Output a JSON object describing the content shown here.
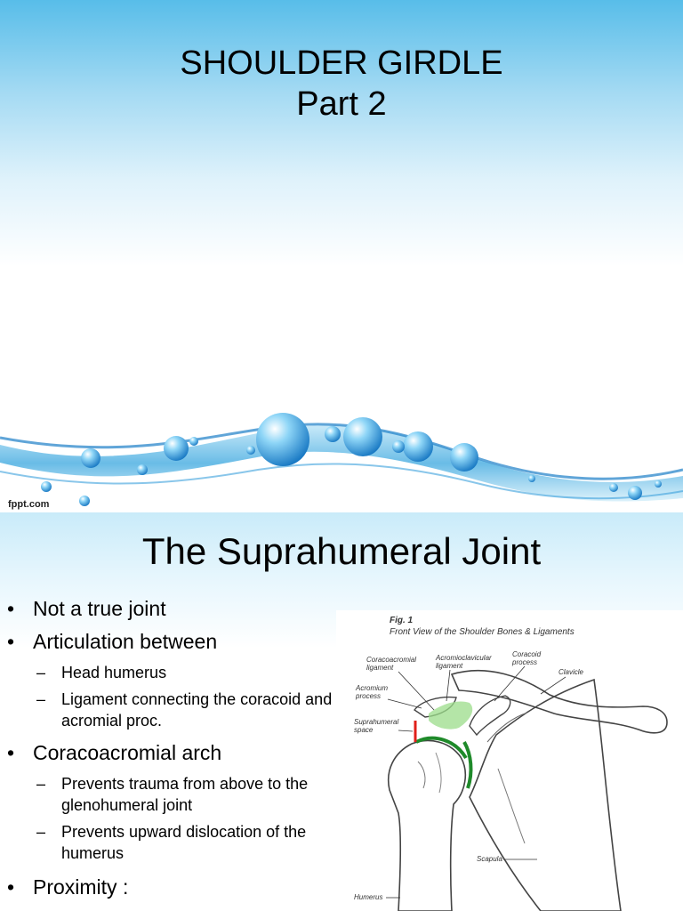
{
  "slide1": {
    "title_line1": "SHOULDER GIRDLE",
    "title_line2": "Part 2",
    "footer": "fppt.com"
  },
  "slide2": {
    "title": "The Suprahumeral Joint",
    "bullets": [
      {
        "text": "Not a true joint"
      },
      {
        "text": "Articulation between"
      },
      {
        "text": "Head humerus"
      },
      {
        "text": "Ligament connecting the coracoid and acromial proc."
      },
      {
        "text": "Coracoacromial arch"
      },
      {
        "text": "Prevents trauma from above to the glenohumeral joint"
      },
      {
        "text": "Prevents upward dislocation of the humerus"
      },
      {
        "text": "Proximity :"
      }
    ],
    "bullet_glyph": "•",
    "dash_glyph": "–",
    "figure": {
      "fig_label": "Fig. 1",
      "caption": "Front View of the Shoulder Bones & Ligaments",
      "labels": {
        "coracoacromial_1": "Coracoacromial",
        "coracoacromial_2": "ligament",
        "acromioclavicular_1": "Acromioclavicular",
        "acromioclavicular_2": "ligament",
        "coracoid_1": "Coracoid",
        "coracoid_2": "process",
        "clavicle": "Clavicle",
        "acromium_1": "Acromium",
        "acromium_2": "process",
        "suprahumeral_1": "Suprahumeral",
        "suprahumeral_2": "space",
        "scapula": "Scapula",
        "humerus": "Humerus"
      }
    }
  },
  "colors": {
    "water_blue": "#2f8fd0",
    "sky_top": "#58bde9",
    "ligament_green": "#9bdc8a",
    "cartilage_green": "#1f8a2a",
    "space_red": "#e0201a"
  }
}
